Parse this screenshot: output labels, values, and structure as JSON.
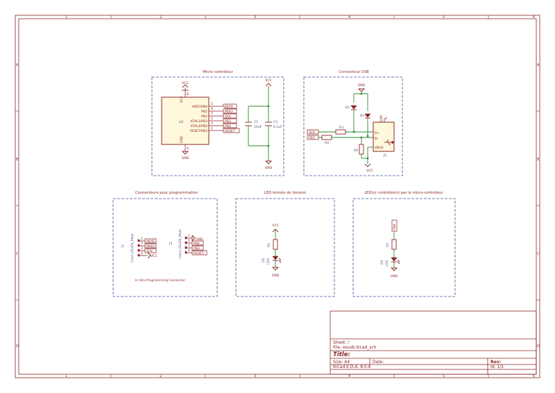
{
  "frame": {
    "columns": [
      "1",
      "2",
      "3",
      "4",
      "5",
      "6"
    ],
    "rows": [
      "A",
      "B",
      "C",
      "D"
    ]
  },
  "blocks": {
    "mcu": {
      "title": "Micro-contrôleur",
      "u2_ref": "U2",
      "u2_pins": [
        "AREF/PB0",
        "PB1",
        "PB2",
        "XTAL1/PB3",
        "XTAL2/PB4",
        "RESET/PB5"
      ],
      "u2_pin_nums": [
        "5",
        "6",
        "7",
        "2",
        "3",
        "1"
      ],
      "u2_vcc_pin": "8",
      "u2_gnd_pin": "4",
      "u2_vcc_label": "VCC",
      "u2_gnd_label": "GND",
      "labels": [
        "MOSI",
        "MISO",
        "SCK",
        "PB3",
        "PB4",
        "RESET"
      ],
      "vcc": "VCC",
      "gnd": "GND",
      "c1_ref": "C1",
      "c1_value": "10uF",
      "c2_ref": "C2",
      "c2_value": "0.1uF"
    },
    "usb": {
      "title": "Connecteur USB",
      "gnd": "GND",
      "vcc": "VCC",
      "d3": "D3",
      "d4": "D4",
      "r3": "R3",
      "r4": "R4",
      "r6": "R6",
      "j2": "J2",
      "sck": "SCK",
      "pb3": "PB3",
      "conn_gnd": "GND",
      "conn_vbus": "VBUS",
      "conn_pin": "4",
      "conn_dp": "D+",
      "conn_dm": "D-"
    },
    "prog": {
      "title": "Connecteurs pour programmation",
      "subtitle": "In Situ Programming Connector",
      "j1_ref": "J1",
      "j1_name": "Conn_01x04_Male",
      "j1_pins": [
        "MOSI",
        "MISO",
        "SCK",
        "VCC"
      ],
      "j3_ref": "J3",
      "j3_name": "Conn_01x04_Male",
      "j3_pins": [
        "GND",
        "PB4",
        "PB3",
        "RESET"
      ],
      "pin_nums": [
        "1",
        "2",
        "3",
        "4"
      ]
    },
    "led_power": {
      "title": "LED témoin de tension",
      "vcc": "VCC",
      "r1": "R1",
      "d1": "D1",
      "d1_val": "LED",
      "gnd": "GND"
    },
    "led_mcu": {
      "title": "LED(s) contrôlée(s) par le micro-contrôleur",
      "pb4": "PB4",
      "r2": "R2",
      "d2": "D2",
      "d2_val": "LED",
      "gnd": "GND"
    }
  },
  "title_block": {
    "sheet": "Sheet: /",
    "file": "File: esusb.kicad_sch",
    "title": "Title:",
    "size": "Size: A4",
    "date": "Date:",
    "rev": "Rev:",
    "kicad": "KiCad E.D.A. 8.0.6",
    "id": "Id: 1/1"
  }
}
